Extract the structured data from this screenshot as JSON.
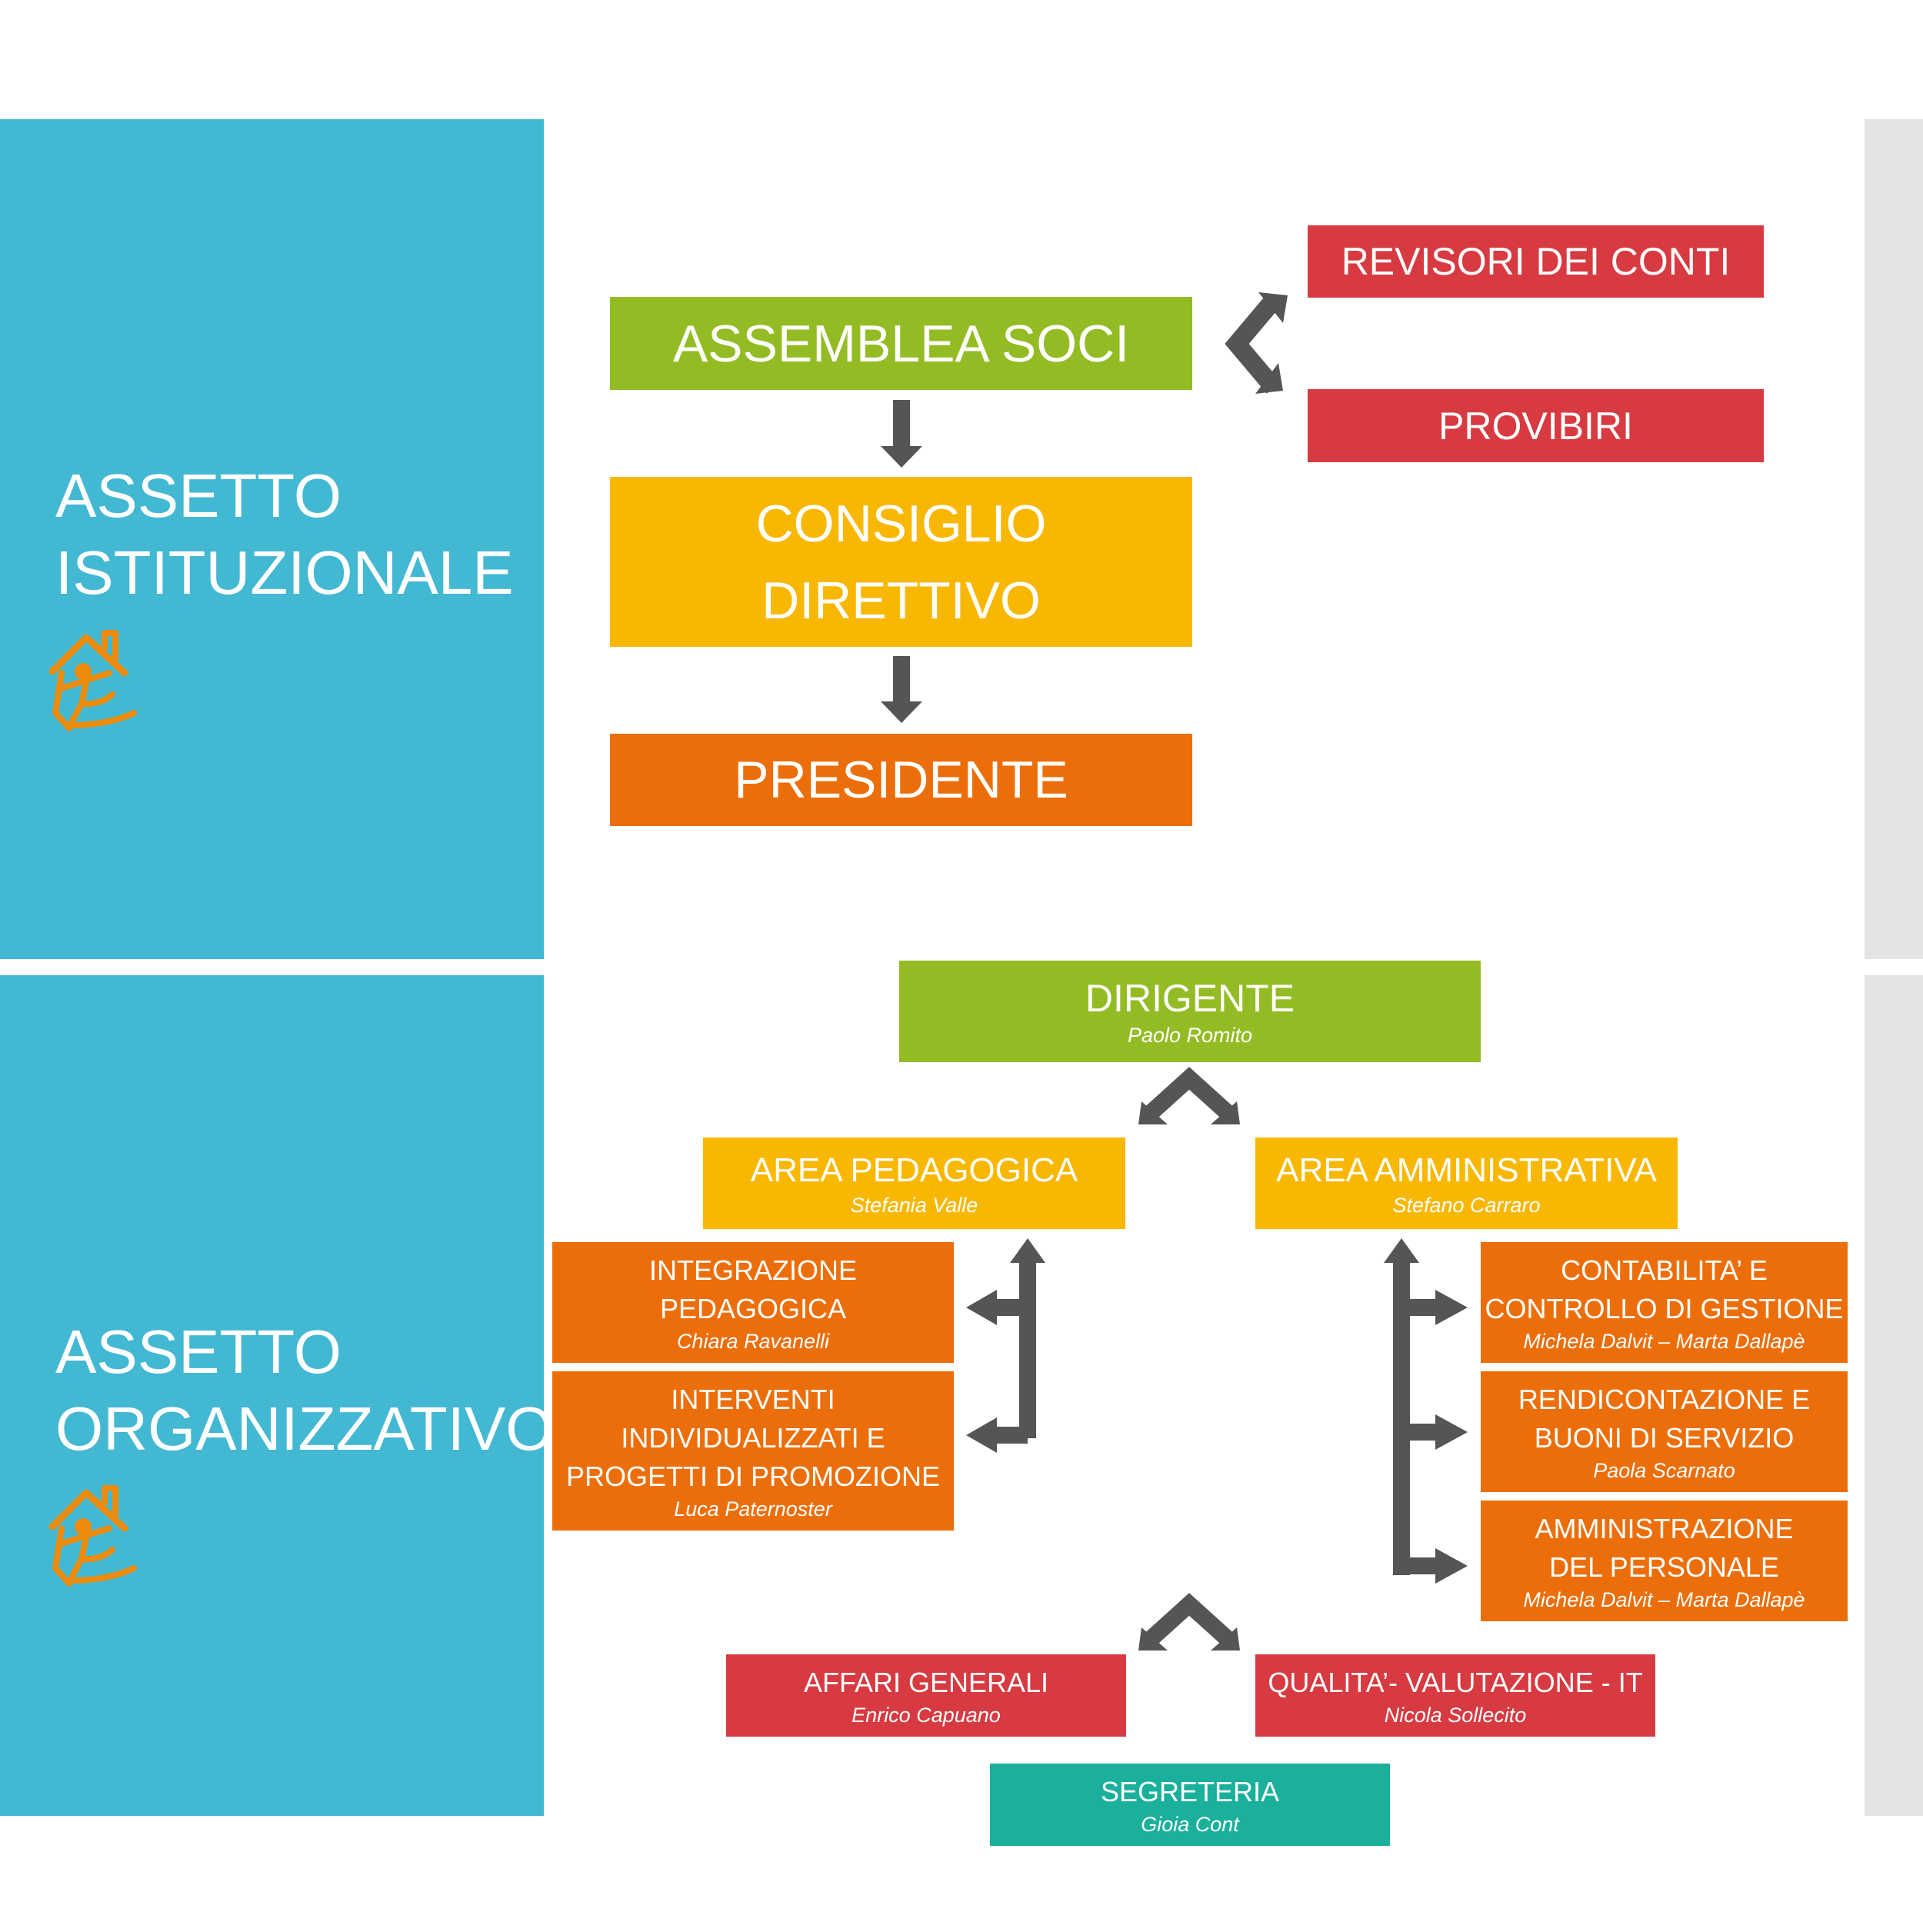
{
  "colors": {
    "side_panel": "#42b8d3",
    "gray_strip": "#e4e4e4",
    "green": "#93bc24",
    "yellow": "#f8b700",
    "orange": "#ec6e0a",
    "red": "#d73a41",
    "teal": "#1ab09b",
    "arrow": "#555555",
    "logo": "#ed8c0c"
  },
  "istituzionale": {
    "title_line1": "ASSETTO",
    "title_line2": "ISTITUZIONALE",
    "logo_icon": "house-child-logo-icon",
    "revisori": "REVISORI DEI CONTI",
    "assemblea": "ASSEMBLEA SOCI",
    "provibiri": "PROVIBIRI",
    "consiglio_line1": "CONSIGLIO",
    "consiglio_line2": "DIRETTIVO",
    "presidente": "PRESIDENTE"
  },
  "organizzativo": {
    "title_line1": "ASSETTO",
    "title_line2": "ORGANIZZATIVO",
    "logo_icon": "house-child-logo-icon",
    "dirigente": {
      "title": "DIRIGENTE",
      "name": "Paolo Romito"
    },
    "area_pedagogica": {
      "title": "AREA PEDAGOGICA",
      "name": "Stefania Valle"
    },
    "area_amministrativa": {
      "title": "AREA AMMINISTRATIVA",
      "name": "Stefano Carraro"
    },
    "integrazione": {
      "line1": "INTEGRAZIONE",
      "line2": "PEDAGOGICA",
      "name": "Chiara Ravanelli"
    },
    "interventi": {
      "line1": "INTERVENTI",
      "line2": "INDIVIDUALIZZATI E",
      "line3": "PROGETTI DI PROMOZIONE",
      "name": "Luca Paternoster"
    },
    "contabilita": {
      "line1": "CONTABILITA’ E",
      "line2": "CONTROLLO DI GESTIONE",
      "name": "Michela Dalvit – Marta Dallapè"
    },
    "rendicontazione": {
      "line1": "RENDICONTAZIONE E",
      "line2": "BUONI DI SERVIZIO",
      "name": "Paola Scarnato"
    },
    "personale": {
      "line1": "AMMINISTRAZIONE",
      "line2": "DEL PERSONALE",
      "name": "Michela Dalvit – Marta Dallapè"
    },
    "affari": {
      "title": "AFFARI GENERALI",
      "name": "Enrico Capuano"
    },
    "qualita": {
      "title": "QUALITA’- VALUTAZIONE - IT",
      "name": "Nicola Sollecito"
    },
    "segreteria": {
      "title": "SEGRETERIA",
      "name": "Gioia Cont"
    }
  }
}
